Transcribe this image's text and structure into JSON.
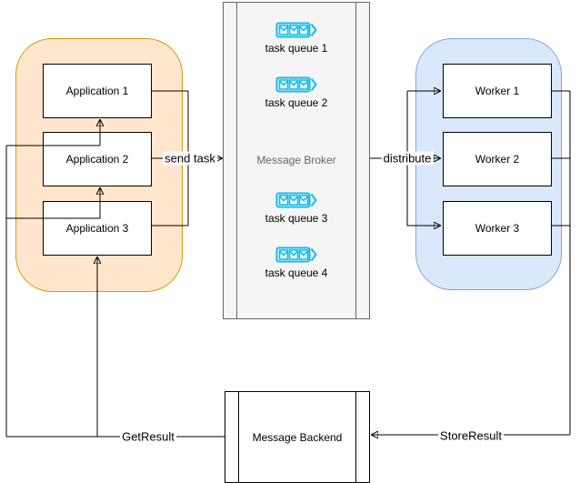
{
  "diagram": {
    "applications_group": {
      "fill": "#ffe6cc",
      "border": "#d79b00",
      "items": [
        {
          "label": "Application 1"
        },
        {
          "label": "Application 2"
        },
        {
          "label": "Application 3"
        }
      ]
    },
    "broker": {
      "title": "Message Broker",
      "title_color": "#666666",
      "fill": "#f5f5f5",
      "border": "#666666",
      "queue_icon": "message-queue-icon",
      "queue_icon_color": "#0fbcee",
      "queues": [
        {
          "label": "task queue 1"
        },
        {
          "label": "task queue 2"
        },
        {
          "label": "task queue 3"
        },
        {
          "label": "task queue 4"
        }
      ]
    },
    "workers_group": {
      "fill": "#dae8fc",
      "border": "#7ea6e0",
      "items": [
        {
          "label": "Worker 1"
        },
        {
          "label": "Worker 2"
        },
        {
          "label": "Worker 3"
        }
      ]
    },
    "backend": {
      "label": "Message Backend",
      "fill": "#ffffff",
      "border": "#000000"
    },
    "edges": {
      "send_task": "send task",
      "distribute": "distribute",
      "store_result": "StoreResult",
      "get_result": "GetResult"
    }
  }
}
